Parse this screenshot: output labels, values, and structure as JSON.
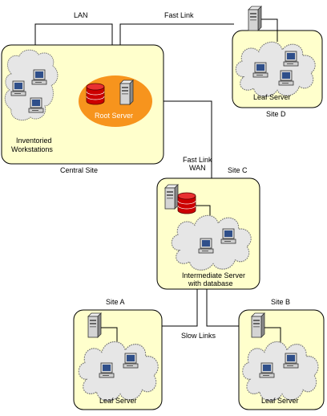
{
  "colors": {
    "site_fill": "#FFFFCC",
    "site_stroke": "#000000",
    "root_ellipse": "#F7941D",
    "cloud_fill": "#E6E6E6",
    "database": "#CC0000",
    "line": "#000000"
  },
  "icons": {
    "server": "server-tower-icon",
    "workstation": "desktop-computer-icon",
    "database": "database-cylinder-icon",
    "cloud": "network-cloud-icon"
  },
  "labels": {
    "lan": "LAN",
    "fast_link_top": "Fast Link",
    "fast_link_wan_1": "Fast Link",
    "fast_link_wan_2": "WAN",
    "slow_links": "Slow Links"
  },
  "central_site": {
    "caption": "Central Site",
    "root_server": "Root Server",
    "workstations_1": "Inventoried",
    "workstations_2": "Workstations"
  },
  "site_d": {
    "caption": "Site D",
    "server": "Leaf Server"
  },
  "site_c": {
    "caption": "Site C",
    "server_1": "Intermediate Server",
    "server_2": "with database"
  },
  "site_a": {
    "caption": "Site A",
    "server": "Leaf Server"
  },
  "site_b": {
    "caption": "Site B",
    "server": "Leaf Server"
  }
}
